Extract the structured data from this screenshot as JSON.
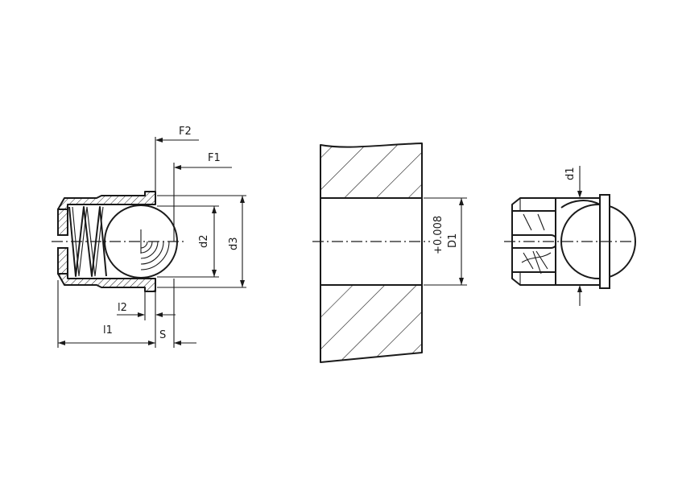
{
  "labels": {
    "F2": "F2",
    "F1": "F1",
    "d2": "d2",
    "d3": "d3",
    "l2": "l2",
    "l1": "l1",
    "S": "S",
    "tolerance": "+0.008",
    "D1": "D1",
    "d1": "d1"
  }
}
